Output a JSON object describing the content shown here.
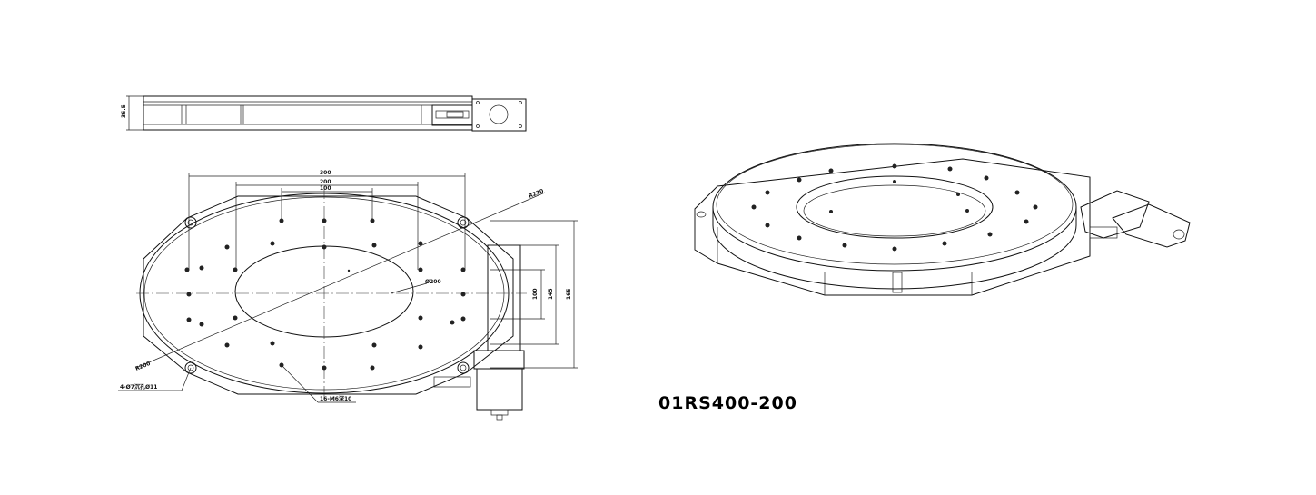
{
  "views": {
    "side_view": {
      "dims": [
        "36.5"
      ]
    },
    "top_view": {
      "dims": [
        "300",
        "200",
        "100",
        "Ø200",
        "R200",
        "R230"
      ],
      "callouts": [
        "4-Ø7沉孔Ø11",
        "16-M6深10"
      ],
      "side_dims": [
        "100",
        "145",
        "165"
      ]
    }
  },
  "model_number": "01RS400-200"
}
